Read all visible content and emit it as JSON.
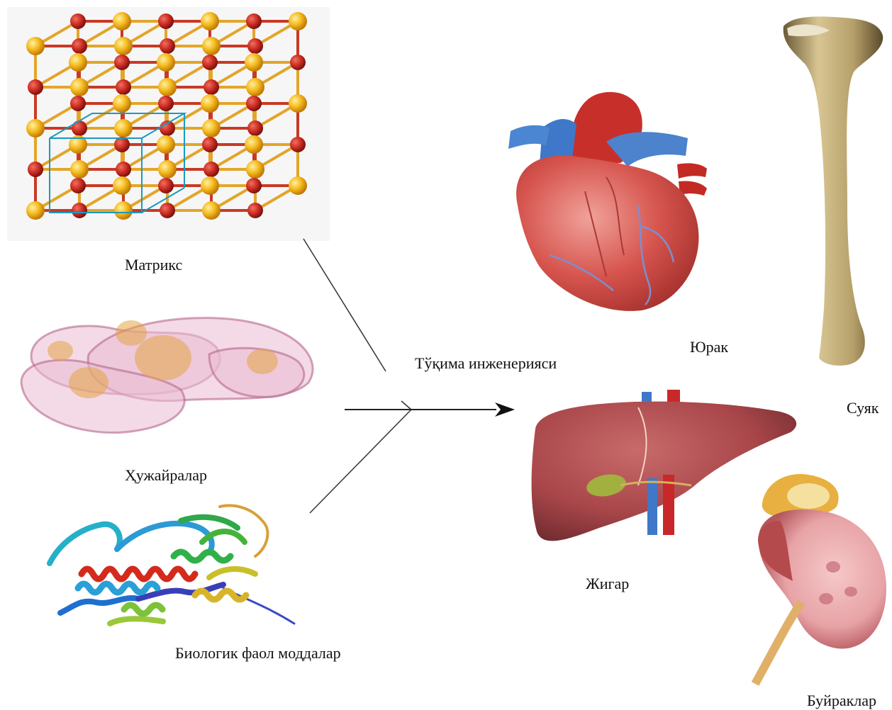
{
  "inputs": {
    "matrix": "Матрикс",
    "cells": "Ҳужайралар",
    "bioactive": "Биологик фаол моддалар"
  },
  "center": {
    "title": "Тўқима инженерияси"
  },
  "outputs": {
    "heart": "Юрак",
    "bone": "Суяк",
    "liver": "Жигар",
    "kidneys": "Буйраклар"
  },
  "colors": {
    "matrix_node_red": "#c8281e",
    "matrix_node_yellow": "#f4b81c",
    "cell_pink": "#d89ab8",
    "heart_red": "#d6544e",
    "vessel_blue": "#3f78c8",
    "liver_brown": "#a8464a",
    "bone_tan": "#c8b482",
    "kidney_pink": "#e7a3a6"
  }
}
